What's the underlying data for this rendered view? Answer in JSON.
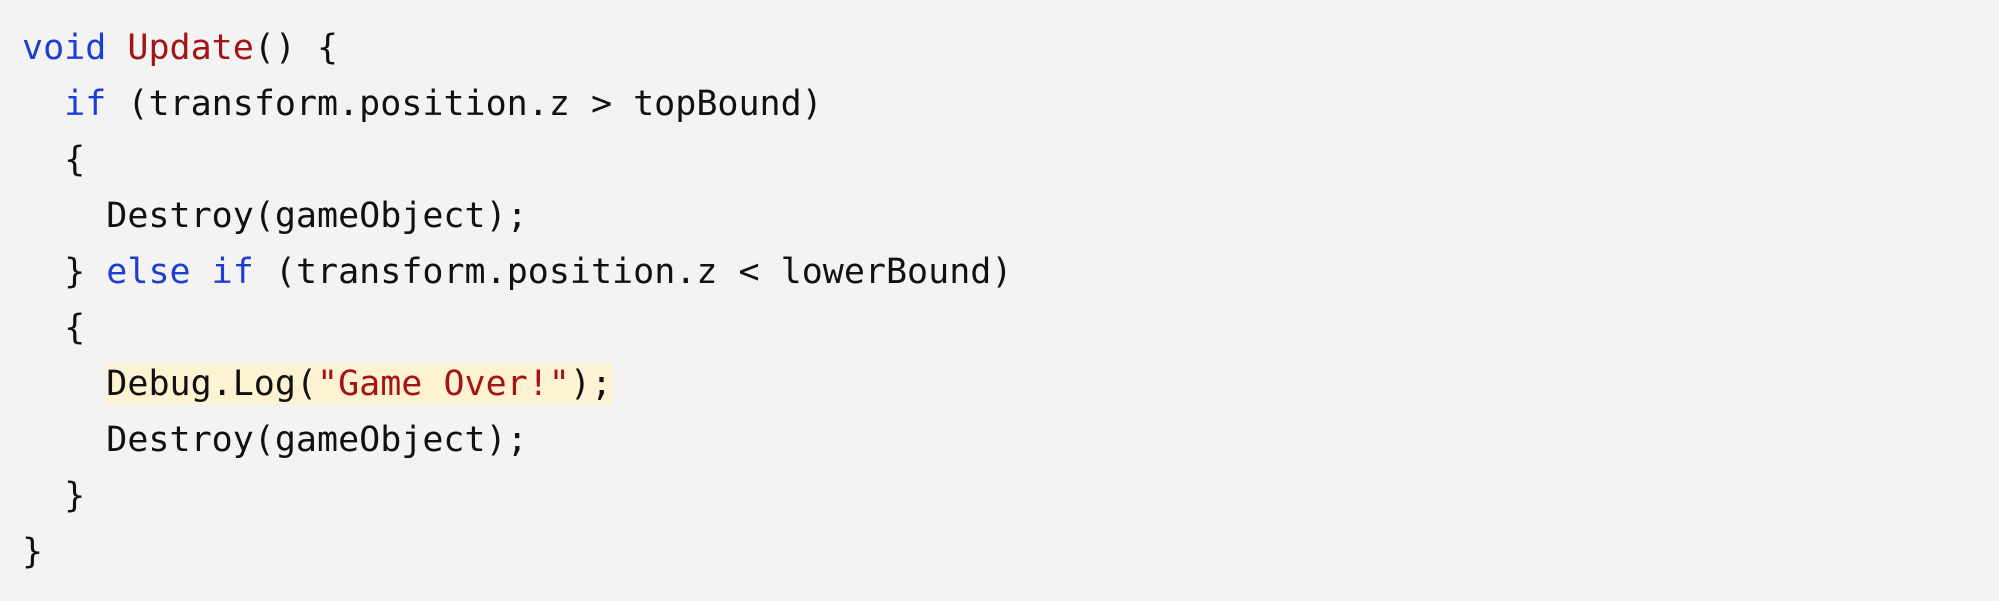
{
  "code": {
    "line1": {
      "kw": "void",
      "sp": " ",
      "fn": "Update",
      "rest": "() {"
    },
    "line2": {
      "indent": "  ",
      "kw": "if",
      "rest": " (transform.position.z > topBound)"
    },
    "line3": {
      "text": "  {"
    },
    "line4": {
      "text": "    Destroy(gameObject);"
    },
    "line5": {
      "pre": "  } ",
      "kw1": "else",
      "sp": " ",
      "kw2": "if",
      "rest": " (transform.position.z < lowerBound)"
    },
    "line6": {
      "text": "  {"
    },
    "line7": {
      "indent": "    ",
      "pre": "Debug.Log(",
      "str": "\"Game Over!\"",
      "post": ");"
    },
    "line8": {
      "text": "    Destroy(gameObject);"
    },
    "line9": {
      "text": "  }"
    },
    "line10": {
      "text": "}"
    }
  },
  "colors": {
    "keyword": "#1d3fd1",
    "function_name": "#a31515",
    "string": "#a31515",
    "highlight_bg": "#fdf3d3",
    "background": "#f3f3f3"
  }
}
